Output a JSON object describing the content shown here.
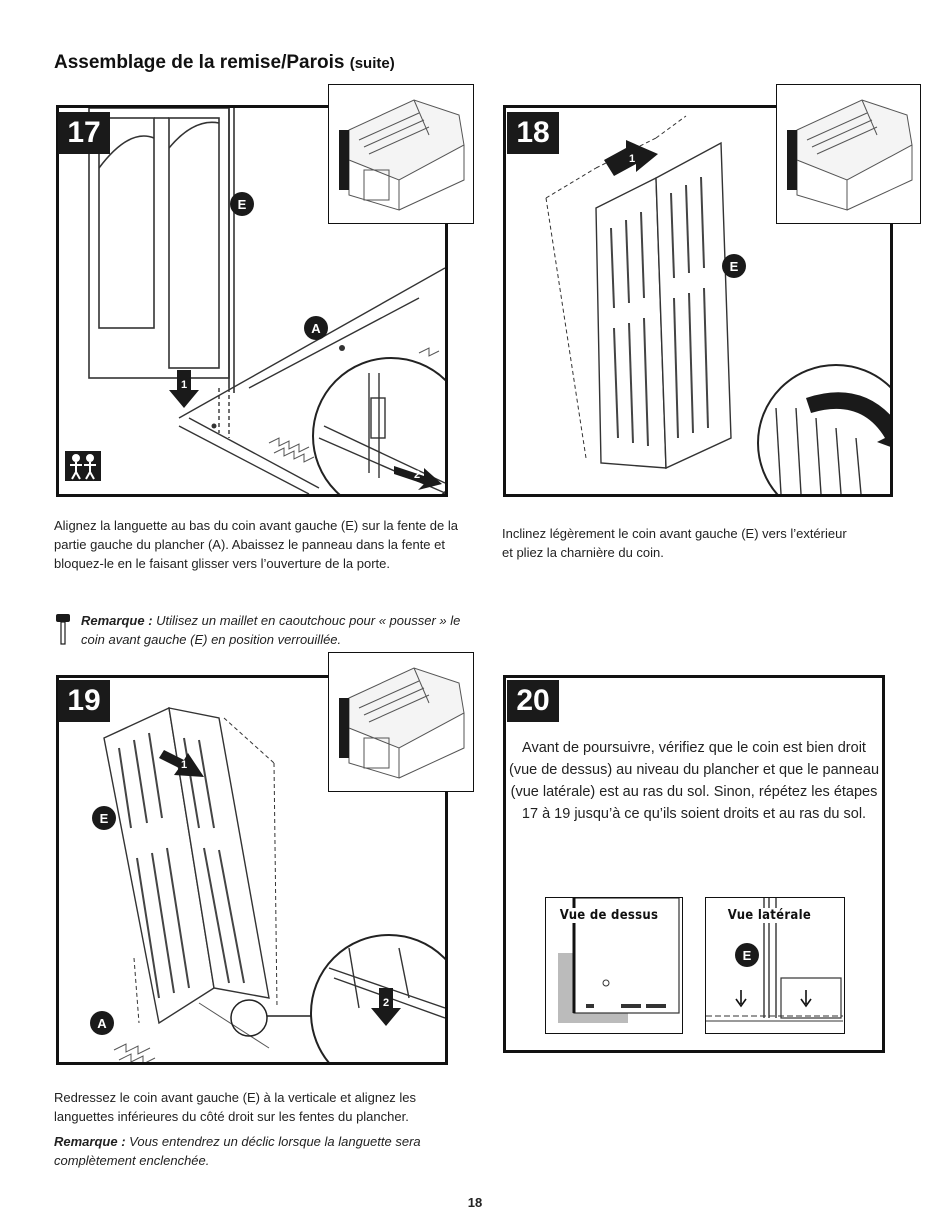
{
  "page": {
    "title": "Assemblage de la remise/Parois",
    "title_suffix": "(suite)",
    "page_number": "18"
  },
  "steps": [
    {
      "number": "17",
      "text": "Alignez la languette au bas du coin avant gauche (E) sur la fente de la partie gauche du plancher (A). Abaissez le panneau dans la fente et bloquez-le en le faisant glisser vers l’ouverture de la porte.",
      "note_label": "Remarque :",
      "note_text": "Utilisez un maillet en caoutchouc pour « pousser » le coin avant gauche (E) en position verrouillée.",
      "callouts": [
        "E",
        "A"
      ],
      "arrows": [
        "1",
        "2"
      ]
    },
    {
      "number": "18",
      "text": "Inclinez légèrement le coin avant gauche (E) vers l’extérieur et pliez la charnière du coin.",
      "callouts": [
        "E"
      ],
      "arrows": [
        "1"
      ]
    },
    {
      "number": "19",
      "text": "Redressez le coin avant gauche (E) à la verticale et alignez les languettes inférieures du côté droit sur les fentes du plancher.",
      "note_label": "Remarque :",
      "note_text": "Vous entendrez un déclic lorsque la languette sera complètement enclenchée.",
      "callouts": [
        "E",
        "A"
      ],
      "arrows": [
        "1",
        "2"
      ]
    },
    {
      "number": "20",
      "text": "Avant de poursuivre, vérifiez que le coin est bien droit (vue de dessus) au niveau du plancher et que le panneau (vue latérale) est au ras du sol. Sinon, répétez les étapes 17 à 19 jusqu’à ce qu’ils soient droits et au ras du sol.",
      "views": [
        "Vue de dessus",
        "Vue latérale"
      ],
      "callouts": [
        "E"
      ]
    }
  ]
}
